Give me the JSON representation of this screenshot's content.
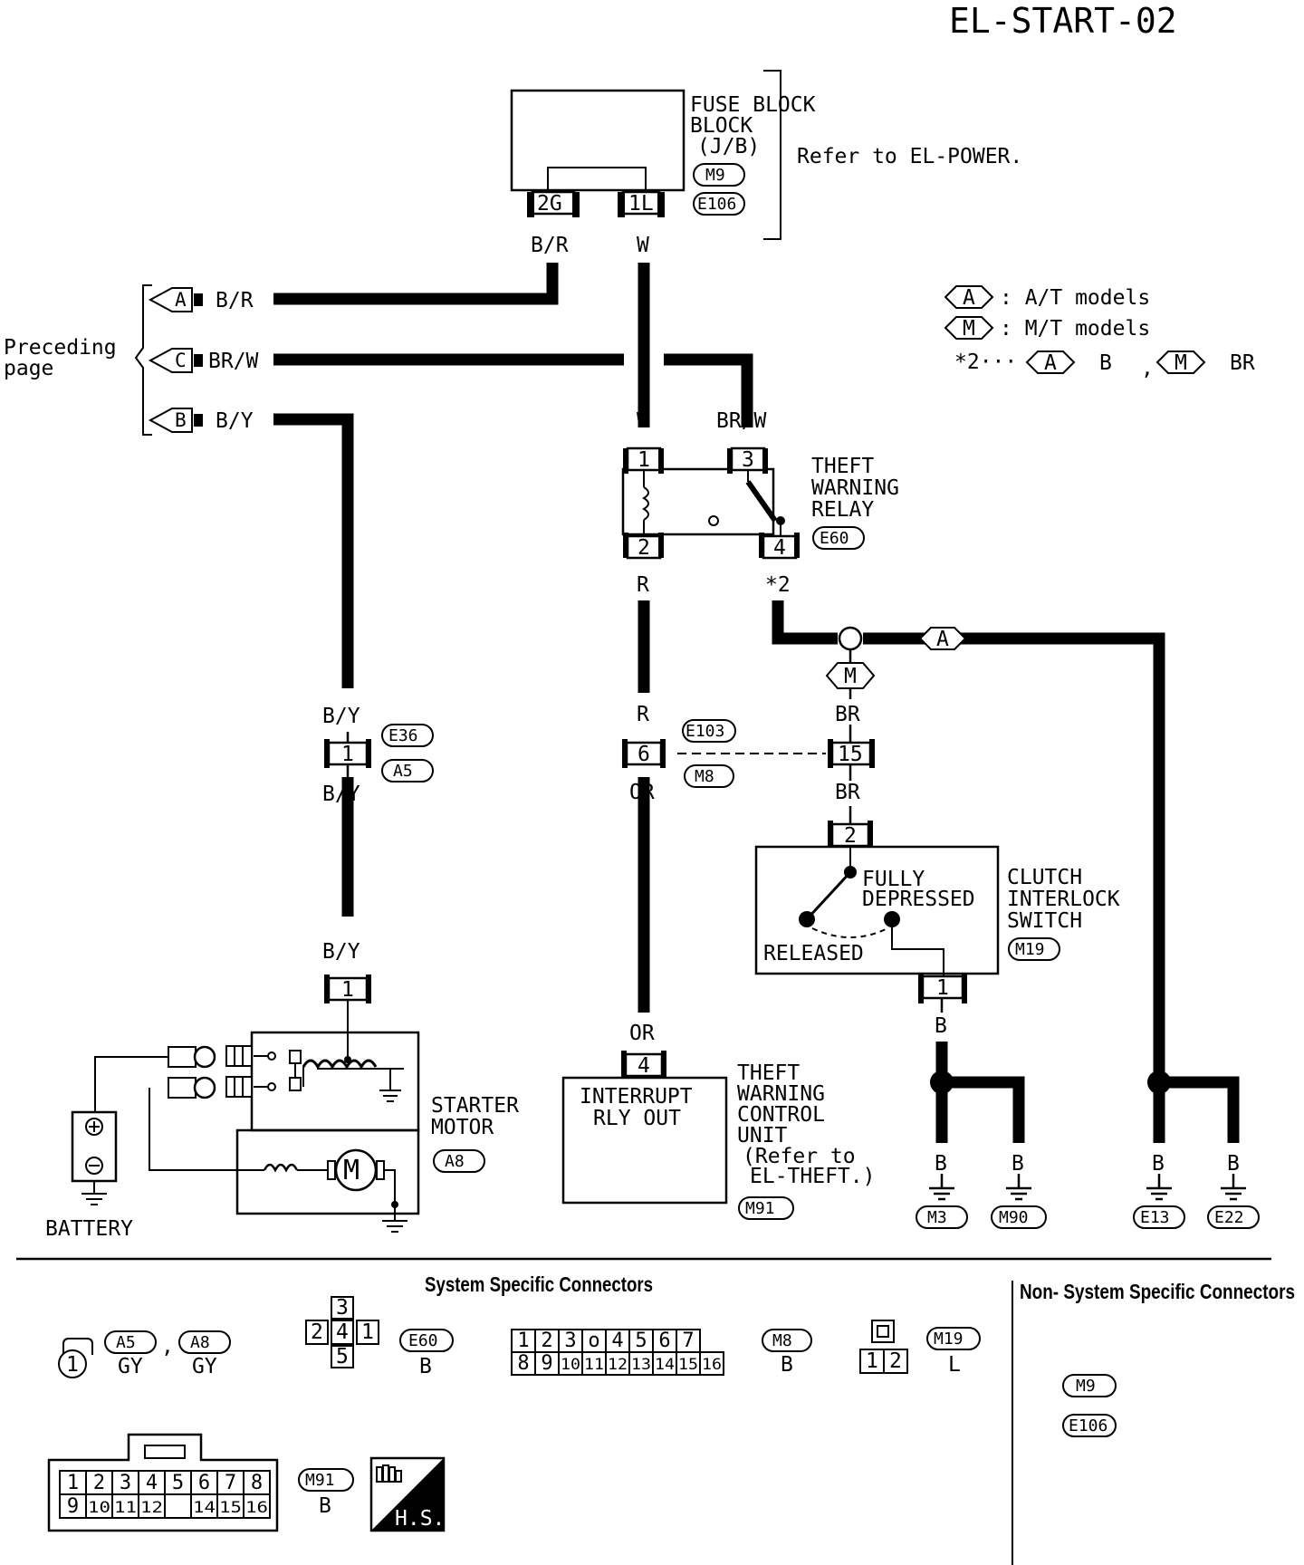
{
  "page": {
    "id": "EL-START-02"
  },
  "fuse_block": {
    "name": "FUSE BLOCK",
    "sub": "(J/B)",
    "connectors": [
      "M9",
      "E106"
    ],
    "terminals": [
      "2G",
      "1L"
    ],
    "refer": "Refer to EL-POWER."
  },
  "legend": {
    "at_code": "A",
    "at_text": ": A/T models",
    "mt_code": "M",
    "mt_text": ": M/T models",
    "note_prefix": "*2···",
    "note_at_code": "A",
    "note_at_color": "B",
    "note_sep": ",",
    "note_mt_code": "M",
    "note_mt_color": "BR"
  },
  "preceding": {
    "label_1": "Preceding",
    "label_2": "page",
    "items": [
      {
        "code": "A",
        "color": "B/R"
      },
      {
        "code": "C",
        "color": "BR/W"
      },
      {
        "code": "B",
        "color": "B/Y"
      }
    ]
  },
  "wires": {
    "br": "B/R",
    "w": "W",
    "brw": "BR/W",
    "r": "R",
    "or": "OR",
    "by": "B/Y",
    "brn": "BR",
    "b": "B",
    "star2": "*2"
  },
  "relay": {
    "name_1": "THEFT",
    "name_2": "WARNING",
    "name_3": "RELAY",
    "connector": "E60",
    "terminals": [
      "1",
      "3",
      "2",
      "4"
    ]
  },
  "junction": {
    "at_code": "A",
    "mt_code": "M"
  },
  "joint_connector": {
    "top": "E103",
    "bottom": "M8",
    "left_pin": "6",
    "right_pin": "15"
  },
  "e36": {
    "codes": [
      "E36",
      "A5"
    ],
    "pin": "1"
  },
  "clutch": {
    "name_1": "CLUTCH",
    "name_2": "INTERLOCK",
    "name_3": "SWITCH",
    "connector": "M19",
    "fully_1": "FULLY",
    "fully_2": "DEPRESSED",
    "released": "RELEASED",
    "pin_top": "2",
    "pin_bottom": "1"
  },
  "starter": {
    "name_1": "STARTER",
    "name_2": "MOTOR",
    "connector": "A8",
    "pin": "1",
    "battery": "BATTERY",
    "motor_symbol": "M"
  },
  "control_unit": {
    "line_1": "INTERRUPT",
    "line_2": "RLY OUT",
    "pin": "4",
    "name_1": "THEFT",
    "name_2": "WARNING",
    "name_3": "CONTROL",
    "name_4": "UNIT",
    "refer_1": "(Refer to",
    "refer_2": "EL-THEFT.)",
    "connector": "M91"
  },
  "grounds": [
    "M3",
    "M90",
    "E13",
    "E22"
  ],
  "bottom": {
    "system_title": "System Specific Connectors",
    "nonsystem_title": "Non- System Specific Connectors",
    "a5": "A5",
    "a8": "A8",
    "comma": ",",
    "gy": "GY",
    "gy2": "GY",
    "one": "1",
    "e60": {
      "code": "E60",
      "color": "B",
      "pins": [
        "3",
        "2",
        "4",
        "1",
        "5"
      ]
    },
    "m8": {
      "code": "M8",
      "color": "B",
      "row1": [
        "1",
        "2",
        "3",
        "o",
        "4",
        "5",
        "6",
        "7"
      ],
      "row2": [
        "8",
        "9",
        "10",
        "11",
        "12",
        "13",
        "14",
        "15",
        "16"
      ]
    },
    "m19": {
      "code": "M19",
      "color": "L",
      "pins": [
        "1",
        "2"
      ]
    },
    "m91": {
      "code": "M91",
      "color": "B",
      "row1": [
        "1",
        "2",
        "3",
        "4",
        "5",
        "6",
        "7",
        "8"
      ],
      "row2": [
        "9",
        "10",
        "11",
        "12",
        "",
        "14",
        "15",
        "16"
      ]
    },
    "hs": "H.S.",
    "nonsystem": [
      "M9",
      "E106"
    ]
  }
}
